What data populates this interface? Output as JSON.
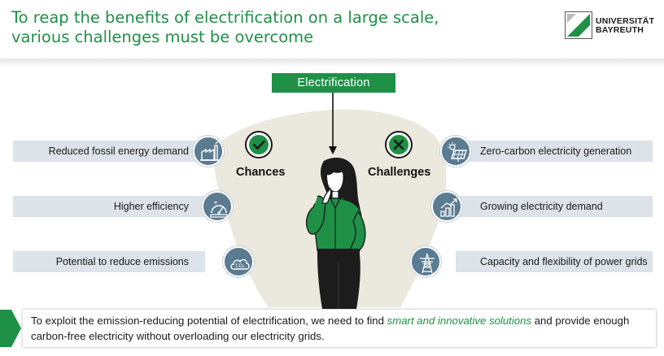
{
  "header": {
    "title_line1": "To reap the benefits of electrification on a large scale,",
    "title_line2": "various challenges must be overcome",
    "logo_line1": "UNIVERSITÄT",
    "logo_line2": "BAYREUTH"
  },
  "diagram": {
    "top_label": "Electrification",
    "chances_label": "Chances",
    "challenges_label": "Challenges",
    "chances": [
      {
        "label": "Reduced fossil energy demand",
        "icon": "factory-icon"
      },
      {
        "label": "Higher efficiency",
        "icon": "efficiency-gauge-icon"
      },
      {
        "label": "Potential to reduce emissions",
        "icon": "co2-cloud-icon"
      }
    ],
    "challenges": [
      {
        "label": "Zero-carbon electricity generation",
        "icon": "solar-panel-icon"
      },
      {
        "label": "Growing electricity demand",
        "icon": "growth-chart-icon"
      },
      {
        "label": "Capacity and flexibility of power grids",
        "icon": "power-pylon-icon"
      }
    ]
  },
  "summary": {
    "text_part1": "To exploit the emission-reducing potential of electrification, we need to find ",
    "text_highlight": "smart and innovative solutions",
    "text_part2": " and provide enough carbon-free electricity without overloading our electricity grids."
  },
  "colors": {
    "brand_green": "#1e9147",
    "icon_circle": "#5b7b91",
    "bar_gray": "#dce3e9",
    "blob_beige": "#ebe8dd"
  }
}
